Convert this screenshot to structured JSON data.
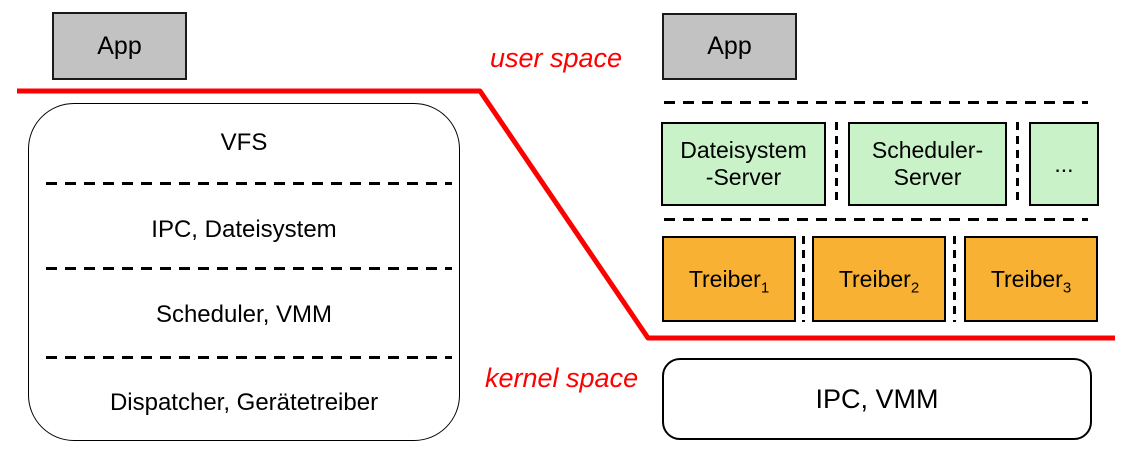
{
  "colors": {
    "boundary_red": "#FF0000",
    "app_gray": "#C2C2C2",
    "server_green": "#C9F2C9",
    "driver_orange": "#F8B133",
    "outline_black": "#000000"
  },
  "regions": {
    "user_space": "user space",
    "kernel_space": "kernel space"
  },
  "monolithic": {
    "app_label": "App",
    "layers": [
      "VFS",
      "IPC, Dateisystem",
      "Scheduler, VMM",
      "Dispatcher, Gerätetreiber"
    ]
  },
  "microkernel": {
    "app_label": "App",
    "servers": [
      {
        "line1": "Dateisystem",
        "line2": "-Server"
      },
      {
        "line1": "Scheduler-",
        "line2": "Server"
      },
      {
        "line1": "...",
        "line2": ""
      }
    ],
    "drivers": [
      {
        "base": "Treiber",
        "sub": "1"
      },
      {
        "base": "Treiber",
        "sub": "2"
      },
      {
        "base": "Treiber",
        "sub": "3"
      }
    ],
    "kernel_label": "IPC, VMM"
  }
}
